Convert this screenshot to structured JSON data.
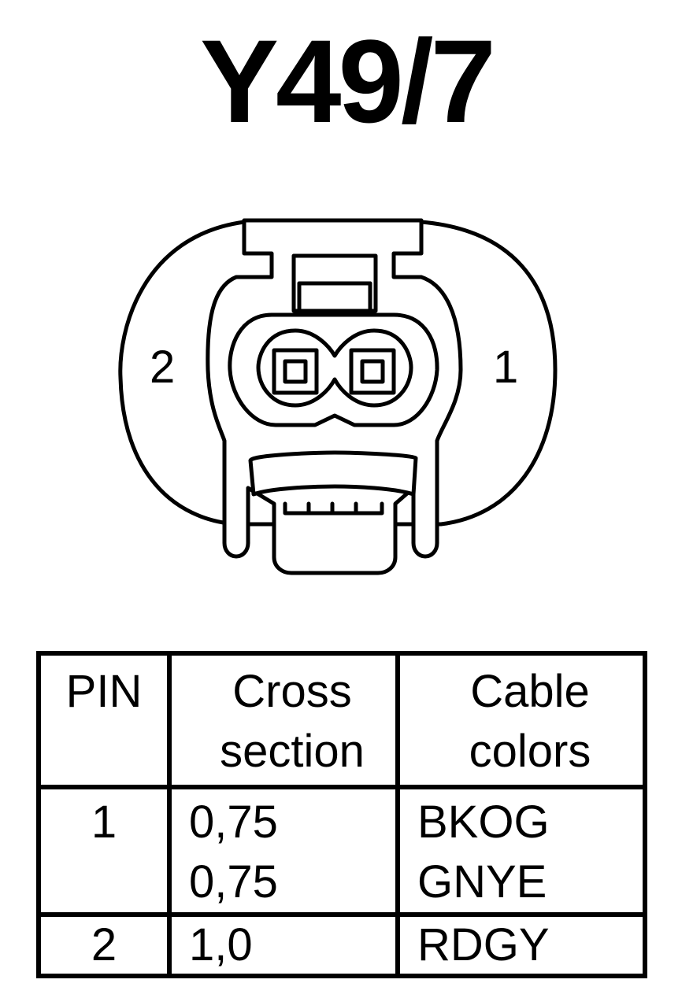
{
  "title": "Y49/7",
  "connector": {
    "pin_labels": {
      "left": "2",
      "right": "1"
    }
  },
  "table": {
    "headers": {
      "pin": "PIN",
      "cross_section": [
        "Cross",
        "section"
      ],
      "cable_colors": [
        "Cable",
        "colors"
      ]
    },
    "rows": [
      {
        "pin": "1",
        "cross_section": [
          "0,75",
          "0,75"
        ],
        "cable_colors": [
          "BKOG",
          "GNYE"
        ]
      },
      {
        "pin": "2",
        "cross_section": [
          "1,0"
        ],
        "cable_colors": [
          "RDGY"
        ]
      }
    ]
  }
}
